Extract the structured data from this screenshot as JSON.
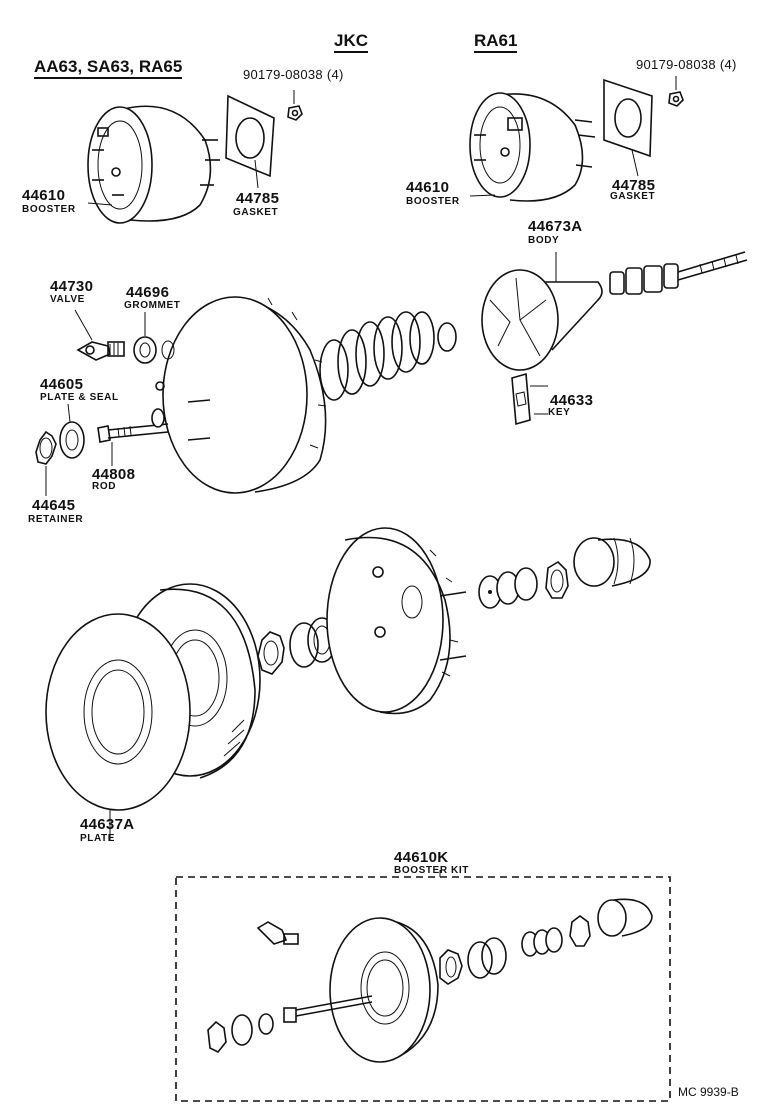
{
  "header": {
    "models": "AA63, SA63, RA65",
    "variant_jkc": "JKC",
    "variant_ra61": "RA61"
  },
  "labels": {
    "nut_left_pn": "90179-08038 (4)",
    "nut_right_pn": "90179-08038 (4)",
    "booster_left_pn": "44610",
    "booster_left_name": "BOOSTER",
    "gasket_left_pn": "44785",
    "gasket_left_name": "GASKET",
    "booster_right_pn": "44610",
    "booster_right_name": "BOOSTER",
    "gasket_right_pn": "44785",
    "gasket_right_name": "GASKET",
    "body_pn": "44673A",
    "body_name": "BODY",
    "valve_pn": "44730",
    "valve_name": "VALVE",
    "grommet_pn": "44696",
    "grommet_name": "GROMMET",
    "plate_seal_pn": "44605",
    "plate_seal_name": "PLATE & SEAL",
    "key_pn": "44633",
    "key_name": "KEY",
    "rod_pn": "44808",
    "rod_name": "ROD",
    "retainer_pn": "44645",
    "retainer_name": "RETAINER",
    "plate_pn": "44637A",
    "plate_name": "PLATE",
    "kit_pn": "44610K",
    "kit_name": "BOOSTER KIT"
  },
  "footer": {
    "code": "MC  9939-B"
  }
}
